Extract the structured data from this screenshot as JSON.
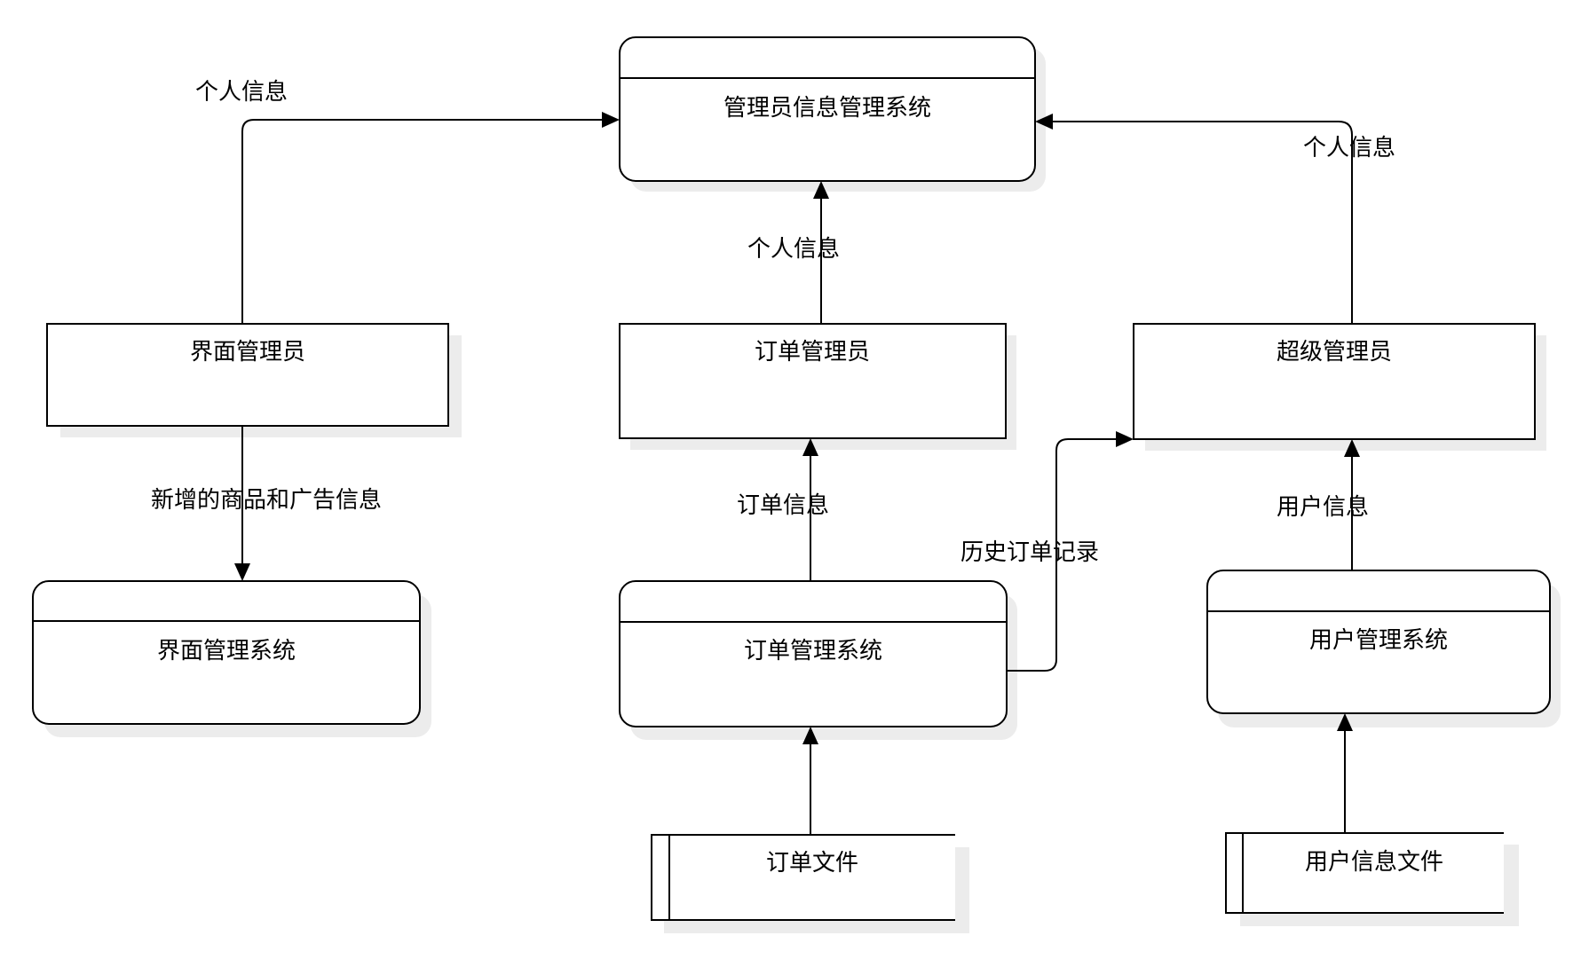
{
  "processes": {
    "admin_info_system": "管理员信息管理系统",
    "ui_system": "界面管理系统",
    "order_system": "订单管理系统",
    "user_system": "用户管理系统"
  },
  "entities": {
    "ui_admin": "界面管理员",
    "order_admin": "订单管理员",
    "super_admin": "超级管理员"
  },
  "data_stores": {
    "order_file": "订单文件",
    "user_info_file": "用户信息文件"
  },
  "flows": {
    "ui_admin_to_admin_system": "个人信息",
    "order_admin_to_admin_system": "个人信息",
    "super_admin_to_admin_system": "个人信息",
    "ui_admin_to_ui_system": "新增的商品和广告信息",
    "order_system_to_order_admin": "订单信息",
    "order_system_to_super_admin": "历史订单记录",
    "user_system_to_super_admin": "用户信息"
  }
}
